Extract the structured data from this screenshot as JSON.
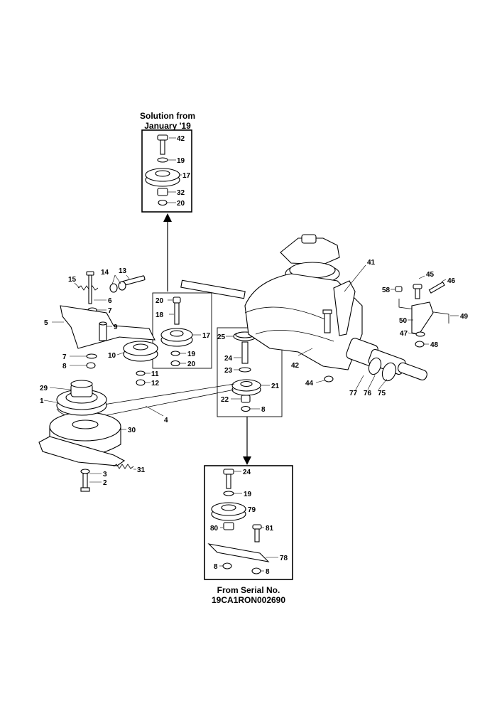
{
  "captions": {
    "solution_title_line1": "Solution from",
    "solution_title_line2": "January '19",
    "serial_title_line1": "From Serial No.",
    "serial_title_line2": "19CA1RON002690"
  },
  "labels": {
    "l1": "1",
    "l2": "2",
    "l3": "3",
    "l4": "4",
    "l5": "5",
    "l6": "6",
    "l7a": "7",
    "l7b": "7",
    "l8a": "8",
    "l8b": "8",
    "l8c": "8",
    "l8d": "8",
    "l9": "9",
    "l10": "10",
    "l11": "11",
    "l12": "12",
    "l13": "13",
    "l14": "14",
    "l15": "15",
    "l17a": "17",
    "l17b": "17",
    "l18": "18",
    "l19a": "19",
    "l19b": "19",
    "l19c": "19",
    "l20a": "20",
    "l20b": "20",
    "l20c": "20",
    "l21": "21",
    "l22": "22",
    "l23": "23",
    "l24a": "24",
    "l24b": "24",
    "l25": "25",
    "l29": "29",
    "l30": "30",
    "l31": "31",
    "l32": "32",
    "l41": "41",
    "l42a": "42",
    "l42b": "42",
    "l44": "44",
    "l45": "45",
    "l46": "46",
    "l47": "47",
    "l48": "48",
    "l49": "49",
    "l50": "50",
    "l58": "58",
    "l75": "75",
    "l76": "76",
    "l77": "77",
    "l78": "78",
    "l79": "79",
    "l80": "80",
    "l81": "81"
  }
}
